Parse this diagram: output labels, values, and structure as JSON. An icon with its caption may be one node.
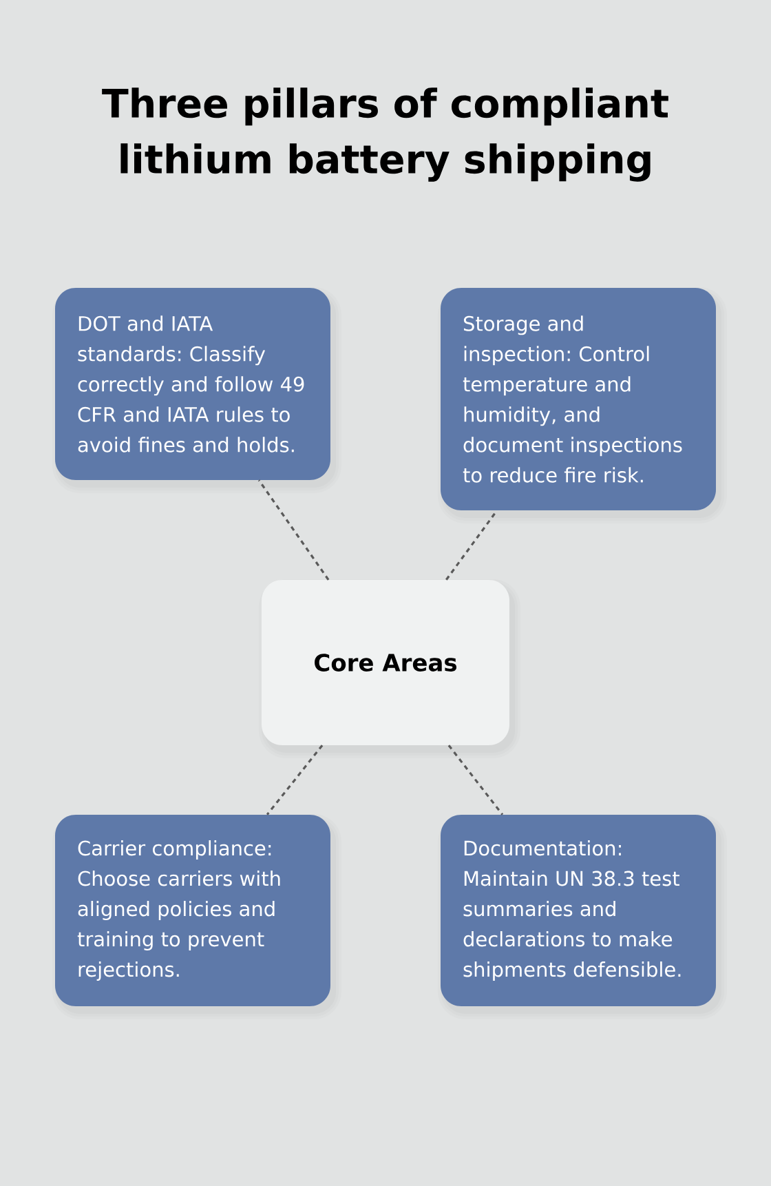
{
  "diagram": {
    "title": "Three pillars of compliant lithium battery shipping",
    "nodes": [
      {
        "text": [
          "DOT and IATA standards: Classify correctly and follow 49 CFR and IATA rules to avoid fines and holds."
        ]
      },
      {
        "text": [
          "Storage and inspection: Control temperature and humidity, and document inspections to reduce fire risk."
        ]
      },
      {
        "text": [
          "Core Areas"
        ]
      },
      {
        "text": [
          "Carrier compliance: Choose carriers with aligned policies and training to prevent rejections."
        ]
      },
      {
        "text": [
          "Documentation: Maintain UN 38.3 test summaries and declarations to make shipments defensible."
        ]
      }
    ],
    "edges": [
      {
        "from": 2,
        "to": 0,
        "arrow": "none",
        "style": "dashed"
      },
      {
        "from": 2,
        "to": 1,
        "arrow": "none",
        "style": "dashed"
      },
      {
        "from": 2,
        "to": 3,
        "arrow": "none",
        "style": "dashed"
      },
      {
        "from": 2,
        "to": 4,
        "arrow": "none",
        "style": "dashed"
      }
    ]
  }
}
